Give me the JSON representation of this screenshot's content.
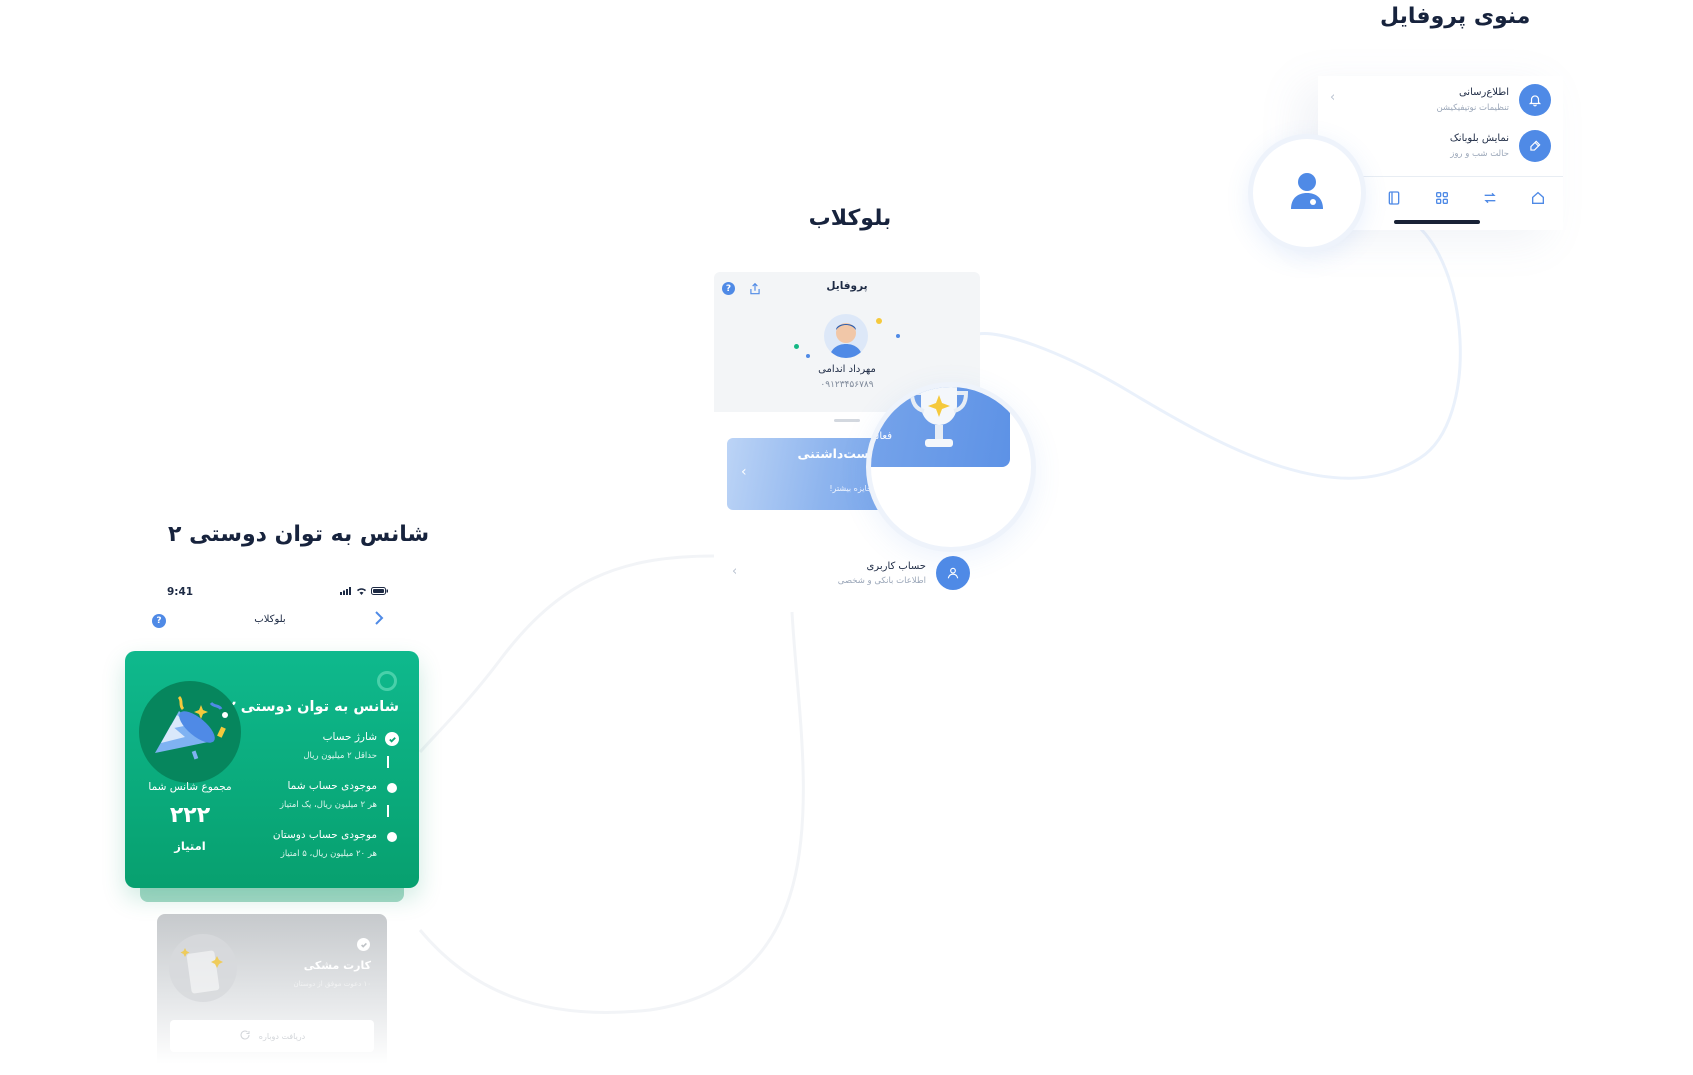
{
  "titles": {
    "profile_menu": "منوی پروفایل",
    "blueclub": "بلوکلاب",
    "chance": "شانس به توان دوستی ۲"
  },
  "profile_menu": {
    "items": [
      {
        "title": "اطلاع‌رسانی",
        "subtitle": "تنظیمات نوتیفیکیشن",
        "icon": "bell-icon"
      },
      {
        "title": "نمایش بلوبانک",
        "subtitle": "حالت شب و روز",
        "icon": "brush-icon"
      }
    ],
    "tab_icons": [
      "home-icon",
      "transfer-icon",
      "services-grid-icon",
      "book-icon"
    ],
    "avatar_icon": "user-icon"
  },
  "blueclub": {
    "header": "پروفایل",
    "user_name": "مهرداد اندامی",
    "phone": "۰۹۱۲۳۴۵۶۷۸۹",
    "banner": {
      "title": "جوایز دوست‌داشتنی بلوکلاب",
      "subtitle": "فعالیت بیشتر، جایزه بیشتر!"
    },
    "account": {
      "title": "حساب کاربری",
      "subtitle": "اطلاعات بانکی و شخصی"
    }
  },
  "phone": {
    "time": "9:41",
    "nav_title": "بلوکلاب",
    "help": "?"
  },
  "chance_card": {
    "title": "شانس به توان دوستی ۲",
    "steps": [
      {
        "title": "شارژ حساب",
        "subtitle": "حداقل ۲ میلیون ریال",
        "done": true
      },
      {
        "title": "موجودی حساب شما",
        "subtitle": "هر ۲ میلیون ریال، یک امتیاز",
        "done": false
      },
      {
        "title": "موجودی حساب دوستان",
        "subtitle": "هر ۲۰ میلیون ریال، ۵ امتیاز",
        "done": false
      }
    ],
    "total_label": "مجموع شانس شما",
    "total_value": "۲۲۲",
    "total_unit": "امتیاز"
  },
  "black_card": {
    "title": "کارت مشکی",
    "subtitle": "۱۰ دعوت موفق از دوستان",
    "button": "دریافت دوباره"
  },
  "colors": {
    "accent_blue": "#4f8ae6",
    "card_green": "#0fb98d",
    "title_navy": "#17233d"
  }
}
